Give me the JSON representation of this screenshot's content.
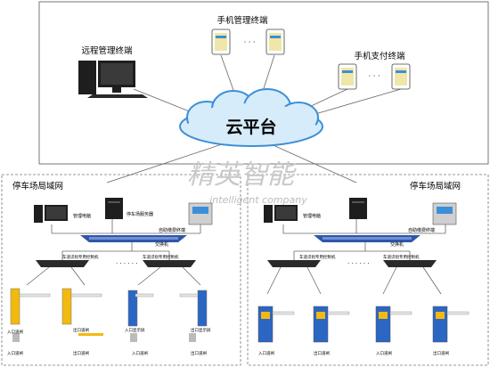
{
  "top": {
    "mobile_mgmt_label": "手机管理终端",
    "remote_mgmt_label": "远程管理终端",
    "mobile_pay_label": "手机支付终端",
    "ellipsis": "· · ·"
  },
  "cloud": {
    "label": "云平台"
  },
  "watermark": {
    "text": "精英智能",
    "subtext": "intelligent company"
  },
  "left_lan": {
    "title": "停车场局域网",
    "mgmt_pc": "管理电脑",
    "server_label": "停车场服务器",
    "self_pay_label": "自助缴费终端",
    "switch_label": "交换机",
    "controller_a": "车道识别专用控制机",
    "controller_b": "车道识别专用控制机",
    "dots": "· · · · · ·",
    "entry_gate": "入口道闸",
    "exit_gate": "出口道闸",
    "entry_display": "入口显示屏",
    "exit_display": "出口显示屏",
    "entry_gate2": "入口道闸",
    "exit_gate2": "出口道闸"
  },
  "right_lan": {
    "title": "停车场局域网",
    "mgmt_pc": "管理电脑",
    "self_pay_label": "自助缴费终端",
    "switch_label": "交换机",
    "controller_a": "车道识别专用控制机",
    "controller_b": "车道识别专用控制机",
    "dots": "· · · · · ·",
    "entry_gate": "入口道闸",
    "exit_gate": "出口道闸",
    "entry_gate2": "入口道闸",
    "exit_gate2": "出口道闸"
  },
  "colors": {
    "line": "#666666",
    "cloud_fill": "#d6ecfb",
    "cloud_stroke": "#3b8fd6",
    "device_dark": "#1e1e1e",
    "switch_blue": "#2f56a8",
    "gate_yellow": "#f2b90f",
    "gate_blue": "#2b66c3"
  }
}
